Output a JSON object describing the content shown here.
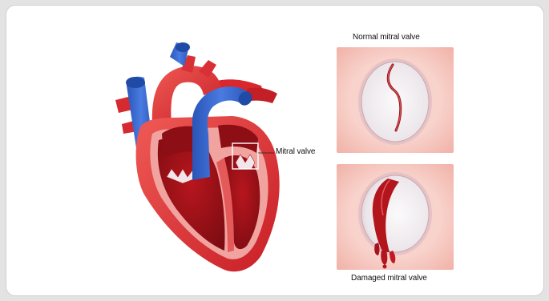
{
  "labels": {
    "mitral_valve": "Mitral valve",
    "normal_mitral_valve": "Normal mitral valve",
    "damaged_mitral_valve": "Damaged mitral valve"
  },
  "colors": {
    "background": "#e3e3e3",
    "card": "#ffffff",
    "vein_blue": "#2f5fc4",
    "heart_red": "#e2393b",
    "heart_dark": "#a3141b",
    "tissue_pink": "#f7c9c2",
    "valve_white": "#f4f1f3"
  }
}
